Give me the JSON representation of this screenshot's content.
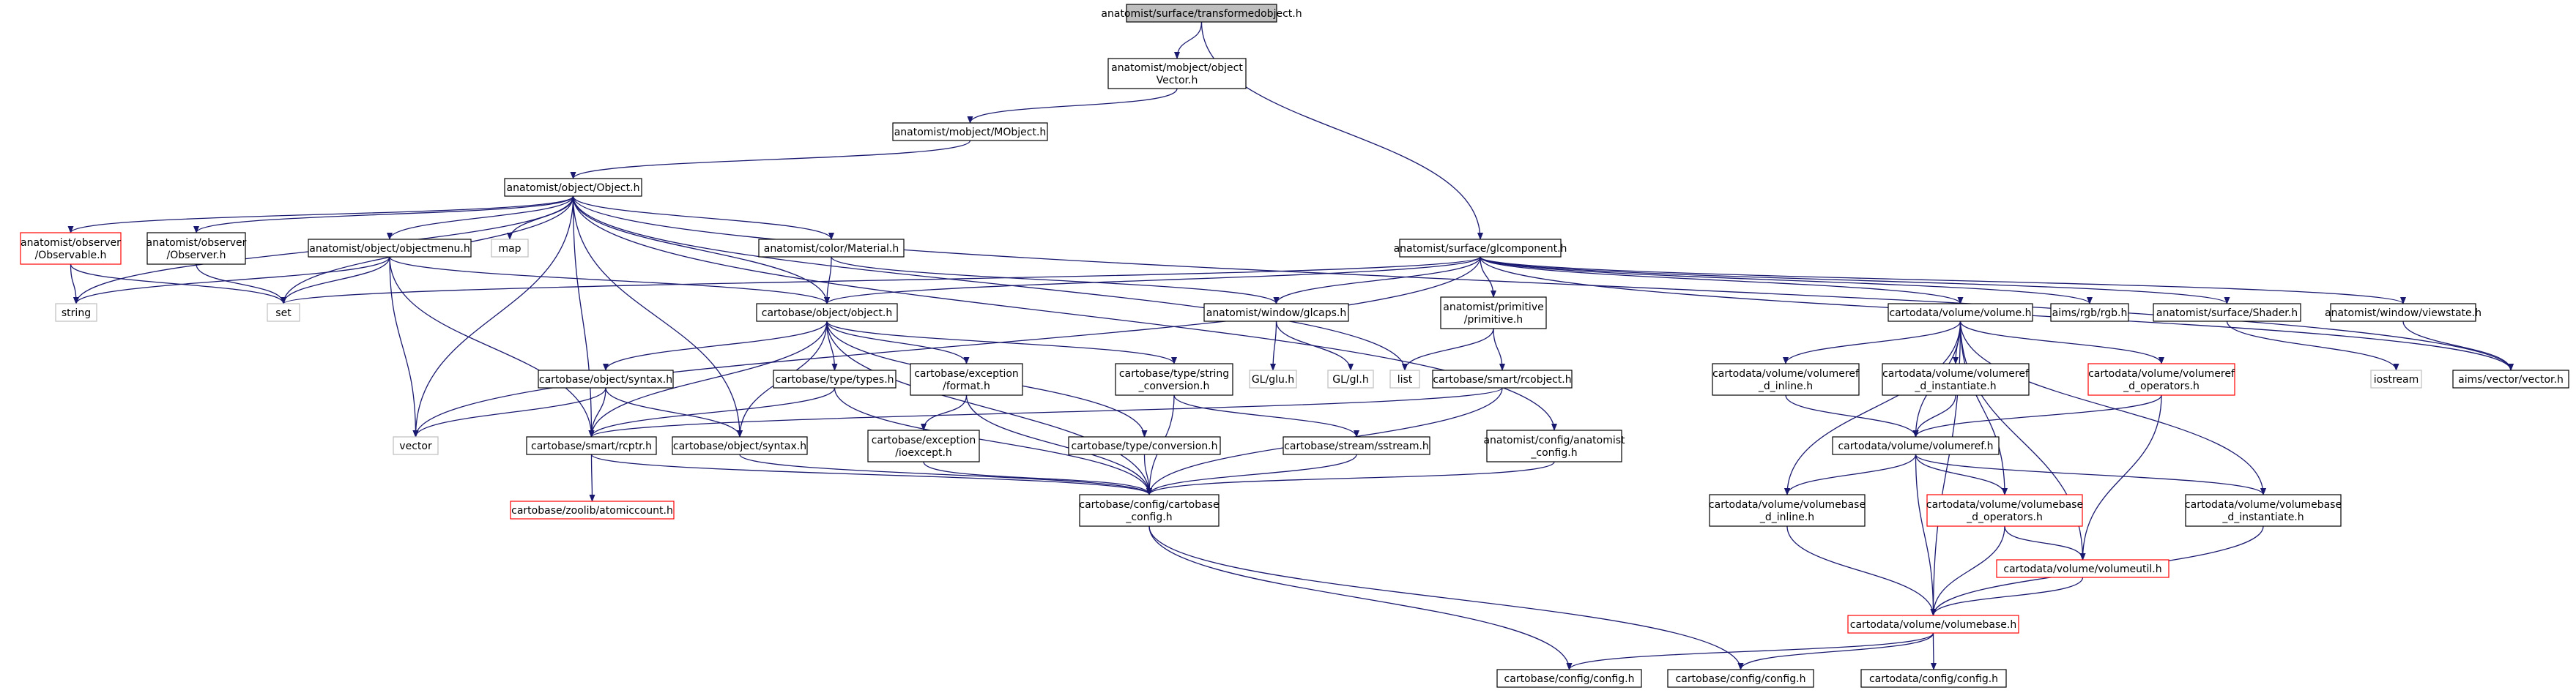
{
  "colors": {
    "root_fill": "#bfbfbf",
    "node_border": "#000000",
    "red_border": "#ff0000",
    "ext_border": "#bfbfbf",
    "edge": "#191970"
  },
  "nodes": {
    "transformedobject": [
      "anatomist/surface/transformedobject.h"
    ],
    "objectvector": [
      "anatomist/mobject/object",
      "Vector.h"
    ],
    "mobject": [
      "anatomist/mobject/MObject.h"
    ],
    "object": [
      "anatomist/object/Object.h"
    ],
    "glcomponent": [
      "anatomist/surface/glcomponent.h"
    ],
    "observable": [
      "anatomist/observer",
      "/Observable.h"
    ],
    "observer": [
      "anatomist/observer",
      "/Observer.h"
    ],
    "objectmenu": [
      "anatomist/object/objectmenu.h"
    ],
    "map": [
      "map"
    ],
    "material": [
      "anatomist/color/Material.h"
    ],
    "string": [
      "string"
    ],
    "set": [
      "set"
    ],
    "cb_object": [
      "cartobase/object/object.h"
    ],
    "glcaps": [
      "anatomist/window/glcaps.h"
    ],
    "primitive": [
      "anatomist/primitive",
      "/primitive.h"
    ],
    "list": [
      "list"
    ],
    "glu": [
      "GL/glu.h"
    ],
    "gl": [
      "GL/gl.h"
    ],
    "rcobject": [
      "cartobase/smart/rcobject.h"
    ],
    "syntax1": [
      "cartobase/object/syntax.h"
    ],
    "types": [
      "cartobase/type/types.h"
    ],
    "format": [
      "cartobase/exception",
      "/format.h"
    ],
    "string_conversion": [
      "cartobase/type/string",
      "_conversion.h"
    ],
    "vector": [
      "vector"
    ],
    "rcptr": [
      "cartobase/smart/rcptr.h"
    ],
    "syntax2": [
      "cartobase/object/syntax.h"
    ],
    "ioexcept": [
      "cartobase/exception",
      "/ioexcept.h"
    ],
    "conversion": [
      "cartobase/type/conversion.h"
    ],
    "sstream": [
      "cartobase/stream/sstream.h"
    ],
    "anatomist_config": [
      "anatomist/config/anatomist",
      "_config.h"
    ],
    "atomiccount": [
      "cartobase/zoolib/atomiccount.h"
    ],
    "cartobase_config": [
      "cartobase/config/cartobase",
      "_config.h"
    ],
    "volume": [
      "cartodata/volume/volume.h"
    ],
    "rgb": [
      "aims/rgb/rgb.h"
    ],
    "shader": [
      "anatomist/surface/Shader.h"
    ],
    "viewstate": [
      "anatomist/window/viewstate.h"
    ],
    "iostream": [
      "iostream"
    ],
    "aims_vector": [
      "aims/vector/vector.h"
    ],
    "volumeref_d_inline": [
      "cartodata/volume/volumeref",
      "_d_inline.h"
    ],
    "volumeref_d_instantiate": [
      "cartodata/volume/volumeref",
      "_d_instantiate.h"
    ],
    "volumeref_d_operators": [
      "cartodata/volume/volumeref",
      "_d_operators.h"
    ],
    "volumeref": [
      "cartodata/volume/volumeref.h"
    ],
    "volumebase_d_inline": [
      "cartodata/volume/volumebase",
      "_d_inline.h"
    ],
    "volumebase_d_operators": [
      "cartodata/volume/volumebase",
      "_d_operators.h"
    ],
    "volumebase_d_instantiate": [
      "cartodata/volume/volumebase",
      "_d_instantiate.h"
    ],
    "volumeutil": [
      "cartodata/volume/volumeutil.h"
    ],
    "volumebase": [
      "cartodata/volume/volumebase.h"
    ],
    "config1": [
      "cartobase/config/config.h"
    ],
    "config2": [
      "cartobase/config/config.h"
    ],
    "cartodata_config": [
      "cartodata/config/config.h"
    ]
  }
}
